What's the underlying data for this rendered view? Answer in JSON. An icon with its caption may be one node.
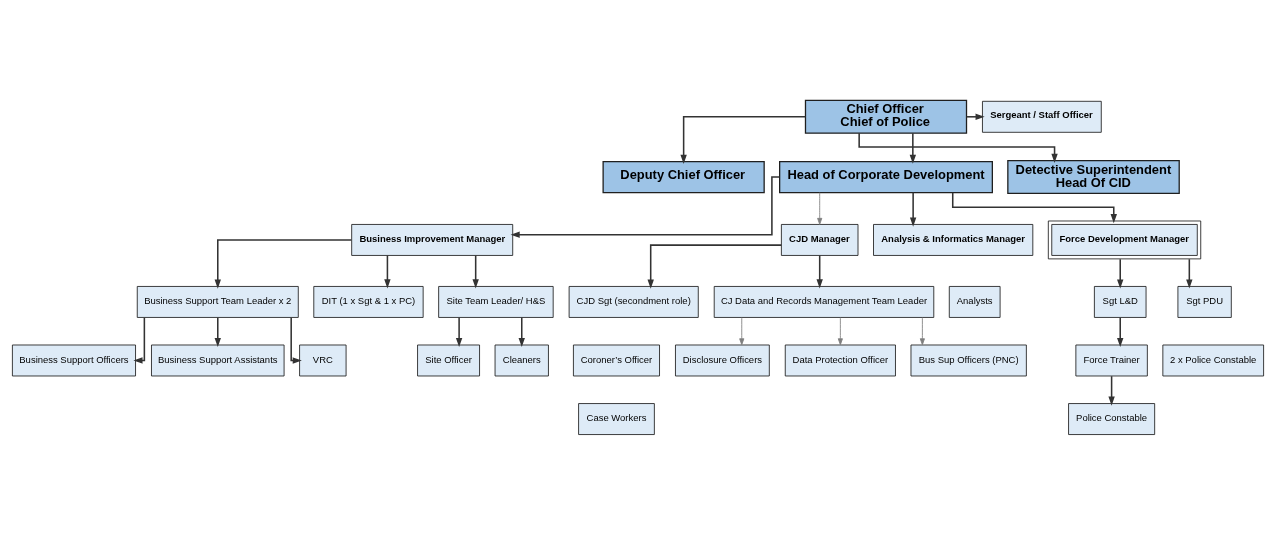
{
  "diagram": {
    "nodes": [
      {
        "text": [
          "Chief Officer",
          "Chief of Police"
        ]
      },
      {
        "text": [
          "Sergeant / Staff Officer"
        ]
      },
      {
        "text": [
          "Deputy Chief Officer"
        ]
      },
      {
        "text": [
          "Head of Corporate Development"
        ]
      },
      {
        "text": [
          "Detective Superintendent",
          "Head Of CID"
        ]
      },
      {
        "text": [
          "Business Improvement Manager"
        ]
      },
      {
        "text": [
          "CJD Manager"
        ]
      },
      {
        "text": [
          "Analysis & Informatics Manager"
        ]
      },
      {
        "text": [
          "Force Development Manager"
        ]
      },
      {
        "text": [
          "Business Support Team Leader x 2"
        ]
      },
      {
        "text": [
          "DIT (1 x Sgt & 1 x PC)"
        ]
      },
      {
        "text": [
          "Site Team Leader/ H&S"
        ]
      },
      {
        "text": [
          "Business Support Officers"
        ]
      },
      {
        "text": [
          "Business Support Assistants"
        ]
      },
      {
        "text": [
          "VRC"
        ]
      },
      {
        "text": [
          "Site Officer"
        ]
      },
      {
        "text": [
          "Cleaners"
        ]
      },
      {
        "text": [
          "CJD Sgt (secondment role)"
        ]
      },
      {
        "text": [
          "CJ Data and Records Management Team Leader"
        ]
      },
      {
        "text": [
          "Coroner’s Officer"
        ]
      },
      {
        "text": [
          "Case Workers"
        ]
      },
      {
        "text": [
          "Disclosure Officers"
        ]
      },
      {
        "text": [
          "Data Protection Officer"
        ]
      },
      {
        "text": [
          "Bus Sup Officers (PNC)"
        ]
      },
      {
        "text": [
          "Analysts"
        ]
      },
      {
        "text": [
          "Sgt L&D"
        ]
      },
      {
        "text": [
          "Sgt PDU"
        ]
      },
      {
        "text": [
          "Force Trainer"
        ]
      },
      {
        "text": [
          "2 x Police Constable"
        ]
      },
      {
        "text": [
          "Police Constable"
        ]
      }
    ],
    "edges": [
      {
        "from": 0,
        "to": 1,
        "arrow": "to"
      },
      {
        "from": 0,
        "to": 2,
        "arrow": "to"
      },
      {
        "from": 0,
        "to": 3,
        "arrow": "to"
      },
      {
        "from": 0,
        "to": 4,
        "arrow": "to"
      },
      {
        "from": 3,
        "to": 5,
        "arrow": "to"
      },
      {
        "from": 3,
        "to": 6,
        "arrow": "to",
        "color": "#7f7f7f"
      },
      {
        "from": 3,
        "to": 7,
        "arrow": "to"
      },
      {
        "from": 3,
        "to": 8,
        "arrow": "to"
      },
      {
        "from": 5,
        "to": 9,
        "arrow": "to"
      },
      {
        "from": 5,
        "to": 10,
        "arrow": "to"
      },
      {
        "from": 5,
        "to": 11,
        "arrow": "to"
      },
      {
        "from": 9,
        "to": 12,
        "arrow": "to"
      },
      {
        "from": 9,
        "to": 13,
        "arrow": "to"
      },
      {
        "from": 9,
        "to": 14,
        "arrow": "to"
      },
      {
        "from": 11,
        "to": 15,
        "arrow": "to"
      },
      {
        "from": 11,
        "to": 16,
        "arrow": "to"
      },
      {
        "from": 6,
        "to": 17,
        "arrow": "to"
      },
      {
        "from": 6,
        "to": 18,
        "arrow": "to"
      },
      {
        "from": 18,
        "to": 21,
        "arrow": "to",
        "color": "#7f7f7f"
      },
      {
        "from": 18,
        "to": 22,
        "arrow": "to",
        "color": "#7f7f7f"
      },
      {
        "from": 18,
        "to": 23,
        "arrow": "to",
        "color": "#7f7f7f"
      },
      {
        "from": 8,
        "to": 25,
        "arrow": "to"
      },
      {
        "from": 8,
        "to": 26,
        "arrow": "to"
      },
      {
        "from": 25,
        "to": 27,
        "arrow": "to"
      },
      {
        "from": 27,
        "to": 29,
        "arrow": "to"
      }
    ]
  }
}
